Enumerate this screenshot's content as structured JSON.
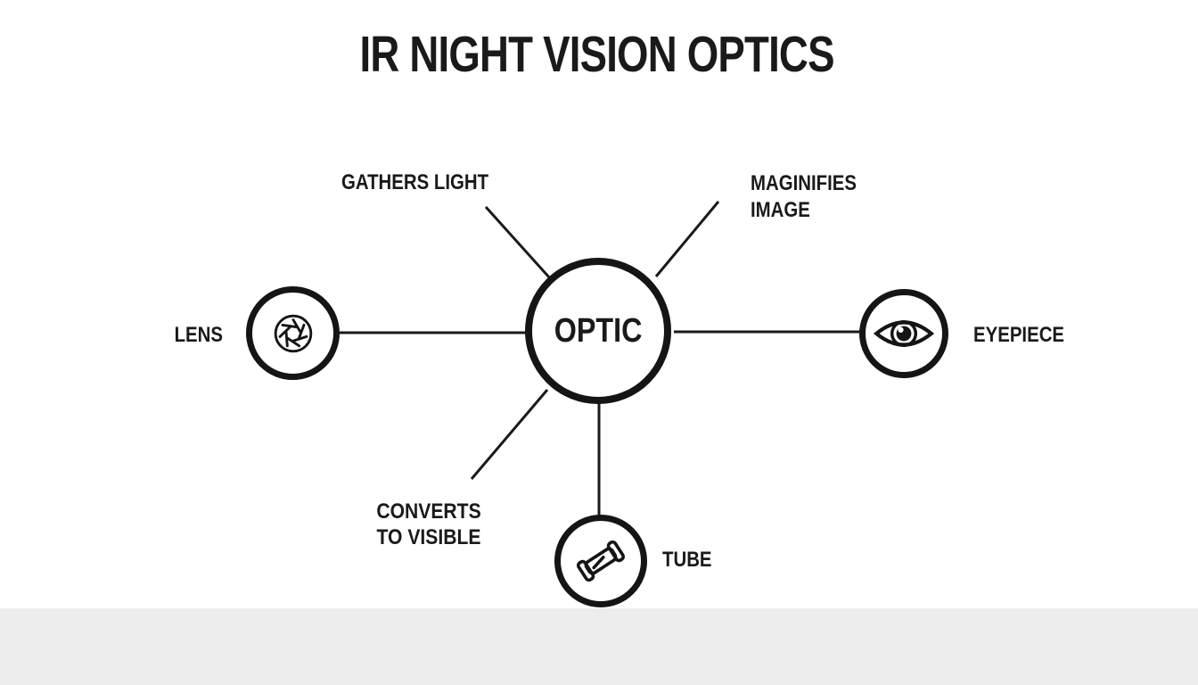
{
  "title": "IR NIGHT VISION OPTICS",
  "diagram": {
    "center_node": {
      "label": "OPTIC"
    },
    "nodes": [
      {
        "id": "lens",
        "label": "LENS",
        "icon": "aperture-icon"
      },
      {
        "id": "eyepiece",
        "label": "EYEPIECE",
        "icon": "eye-icon"
      },
      {
        "id": "tube",
        "label": "TUBE",
        "icon": "tube-icon"
      }
    ],
    "annotations": [
      {
        "id": "gathers-light",
        "lines": [
          "GATHERS LIGHT"
        ]
      },
      {
        "id": "magnifies-image",
        "lines": [
          "MAGINIFIES",
          "IMAGE"
        ]
      },
      {
        "id": "converts-to-visible",
        "lines": [
          "CONVERTS",
          "TO VISIBLE"
        ]
      }
    ],
    "colors": {
      "ink": "#1a1a1a",
      "background": "#ffffff",
      "footer_band": "#ededed"
    }
  }
}
